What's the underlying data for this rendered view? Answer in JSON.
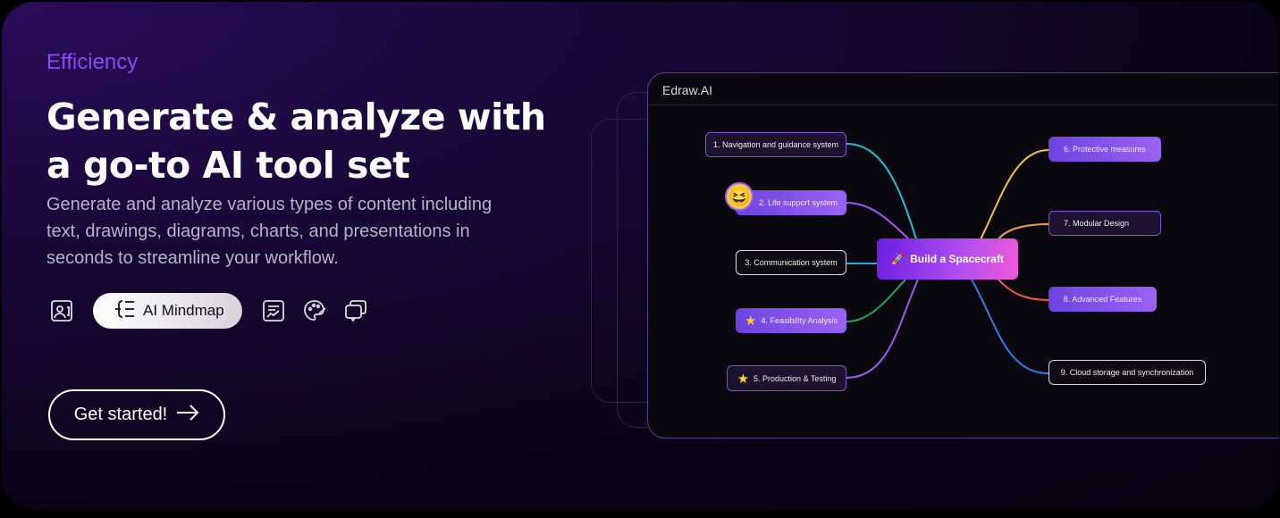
{
  "hero": {
    "eyebrow": "Efficiency",
    "title_line1": "Generate & analyze with",
    "title_line2": "a go-to AI tool set",
    "description": "Generate and analyze various types of content including text, drawings, diagrams, charts, and presentations in seconds to streamline your workflow.",
    "tools": [
      {
        "icon": "image-icon"
      },
      {
        "icon": "mindmap-icon",
        "label": "AI Mindmap",
        "active": true
      },
      {
        "icon": "chart-doc-icon"
      },
      {
        "icon": "palette-icon"
      },
      {
        "icon": "chat-icon"
      }
    ],
    "cta": "Get started!"
  },
  "preview": {
    "app_title": "Edraw.AI",
    "center": "Build a Spacecraft",
    "nodes": [
      "1. Navigation and guidance system",
      "2. Life support system",
      "3. Communication system",
      "4. Feasibility Analysis",
      "5. Production & Testing",
      "6. Protective measures",
      "7. Modular Design",
      "8. Advanced Features",
      "9. Cloud storage and synchronization"
    ],
    "line_colors": [
      "#22c3d6",
      "#a855f7",
      "#2aa7e0",
      "#22a35a",
      "#9b5de5",
      "#f5c242",
      "#f59e42",
      "#ef5a4a",
      "#2f7fe6"
    ]
  }
}
